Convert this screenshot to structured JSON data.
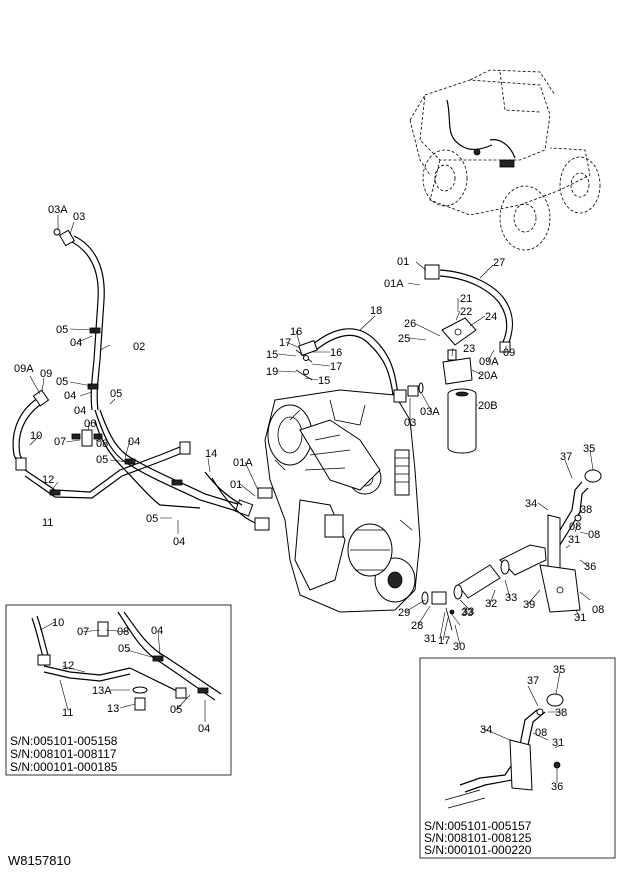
{
  "drawing_code": "W8157810",
  "inset_left_serials": [
    "S/N:005101-005158",
    "S/N:008101-008117",
    "S/N:000101-000185"
  ],
  "inset_right_serials": [
    "S/N:005101-005157",
    "S/N:008101-008125",
    "S/N:000101-000220"
  ],
  "callouts": {
    "c03A_top": "03A",
    "c03_top": "03",
    "c05_a": "05",
    "c04_a": "04",
    "c02": "02",
    "c09A": "09A",
    "c09": "09",
    "c05_b": "05",
    "c04_b": "04",
    "c05_c": "05",
    "c06": "06",
    "c04_c": "04",
    "c10": "10",
    "c07": "07",
    "c08": "08",
    "c04_d": "04",
    "c05_d": "05",
    "c12": "12",
    "c11": "11",
    "c14": "14",
    "c05_e": "05",
    "c04_e": "04",
    "c01A_mid": "01A",
    "c01_mid": "01",
    "c16_a": "16",
    "c17_a": "17",
    "c16_b": "16",
    "c15_a": "15",
    "c17_b": "17",
    "c19": "19",
    "c15_b": "15",
    "c18": "18",
    "c01_top": "01",
    "c01A_top": "01A",
    "c27": "27",
    "c21": "21",
    "c22": "22",
    "c24": "24",
    "c26": "26",
    "c25": "25",
    "c23": "23",
    "c09A_r": "09A",
    "c09_r": "09",
    "c20A": "20A",
    "c03_r": "03",
    "c03A_r": "03A",
    "c20B": "20B",
    "c37": "37",
    "c35": "35",
    "c34": "34",
    "c08_r1": "08",
    "c38": "38",
    "c31_r1": "31",
    "c08_r2": "08",
    "c36": "36",
    "c33_a": "33",
    "c32": "32",
    "c33_b": "33",
    "c39": "39",
    "c08_r3": "08",
    "c31_r2": "31",
    "c29": "29",
    "c28": "28",
    "c33_c": "33",
    "c31_c": "31",
    "c17_c": "17",
    "c30": "30",
    "i10": "10",
    "i07": "07",
    "i08": "08",
    "i04_a": "04",
    "i05_a": "05",
    "i12": "12",
    "i13A": "13A",
    "i13": "13",
    "i11": "11",
    "i05_b": "05",
    "i04_b": "04",
    "r37": "37",
    "r35": "35",
    "r38": "38",
    "r34": "34",
    "r08": "08",
    "r31": "31",
    "r36": "36"
  }
}
